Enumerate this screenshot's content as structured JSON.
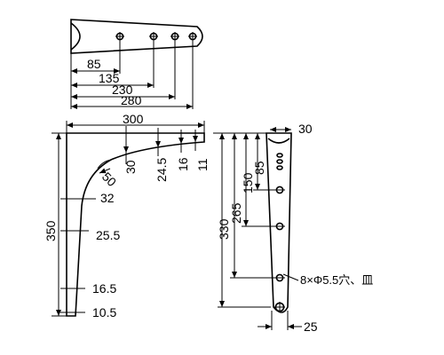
{
  "top_view": {
    "dims": [
      "85",
      "135",
      "230",
      "280"
    ]
  },
  "side_view": {
    "width_label": "300",
    "dims_right": [
      "30",
      "24.5",
      "16",
      "11"
    ],
    "radius_label": "50",
    "height_label": "350",
    "thickness_labels": [
      "32",
      "25.5",
      "16.5",
      "10.5"
    ]
  },
  "front_view": {
    "top_width": "30",
    "hole_spacings": [
      "85",
      "150",
      "265",
      "330"
    ],
    "bottom_width": "25",
    "hole_note": "8×Φ5.5穴、皿"
  }
}
